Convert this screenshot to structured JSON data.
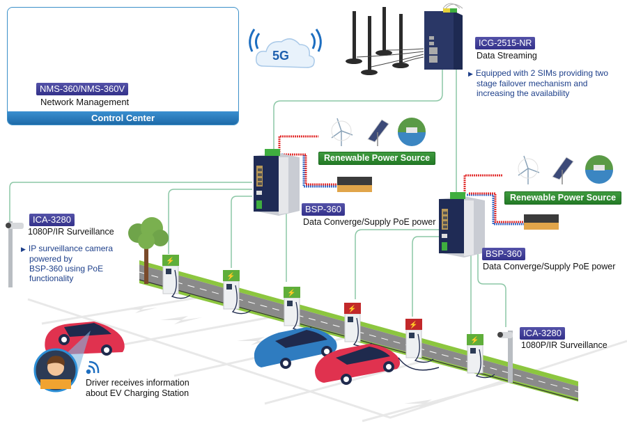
{
  "control_center": {
    "title": "Control Center",
    "device_tag": "NMS-360/NMS-360V",
    "device_desc": "Network Management"
  },
  "cloud": {
    "label": "5G"
  },
  "gateway": {
    "tag": "ICG-2515-NR",
    "desc": "Data Streaming",
    "note_lines": [
      "Equipped with 2 SIMs providing two",
      "stage failover mechanism and",
      "increasing the availability"
    ]
  },
  "bsp_left": {
    "tag": "BSP-360",
    "desc": "Data Converge/Supply PoE power",
    "power_label": "Renewable Power Source"
  },
  "bsp_right": {
    "tag": "BSP-360",
    "desc": "Data Converge/Supply PoE power",
    "power_label": "Renewable Power Source"
  },
  "camera_left": {
    "tag": "ICA-3280",
    "desc": "1080P/IR Surveillance",
    "note_lines": [
      "IP surveillance camera",
      "powered by",
      "BSP-360 using PoE",
      "functionality"
    ]
  },
  "camera_right": {
    "tag": "ICA-3280",
    "desc": "1080P/IR Surveillance"
  },
  "driver": {
    "text_lines": [
      "Driver receives information",
      "about EV Charging Station"
    ]
  },
  "chargers": [
    {
      "status": "available",
      "color": "#5fae3a"
    },
    {
      "status": "available",
      "color": "#5fae3a"
    },
    {
      "status": "available",
      "color": "#5fae3a"
    },
    {
      "status": "in-use",
      "color": "#c2282a"
    },
    {
      "status": "in-use",
      "color": "#c2282a"
    },
    {
      "status": "available",
      "color": "#5fae3a"
    }
  ],
  "colors": {
    "tag_bg": "#3c3a94",
    "note_text": "#1d3f8a",
    "network_line": "#8cc7a6",
    "frame_border": "#3a8fc8",
    "green_label": "#2f8a30",
    "car_red": "#e0324f",
    "car_blue": "#2f7cc0",
    "road_edge": "#8cc63f"
  }
}
